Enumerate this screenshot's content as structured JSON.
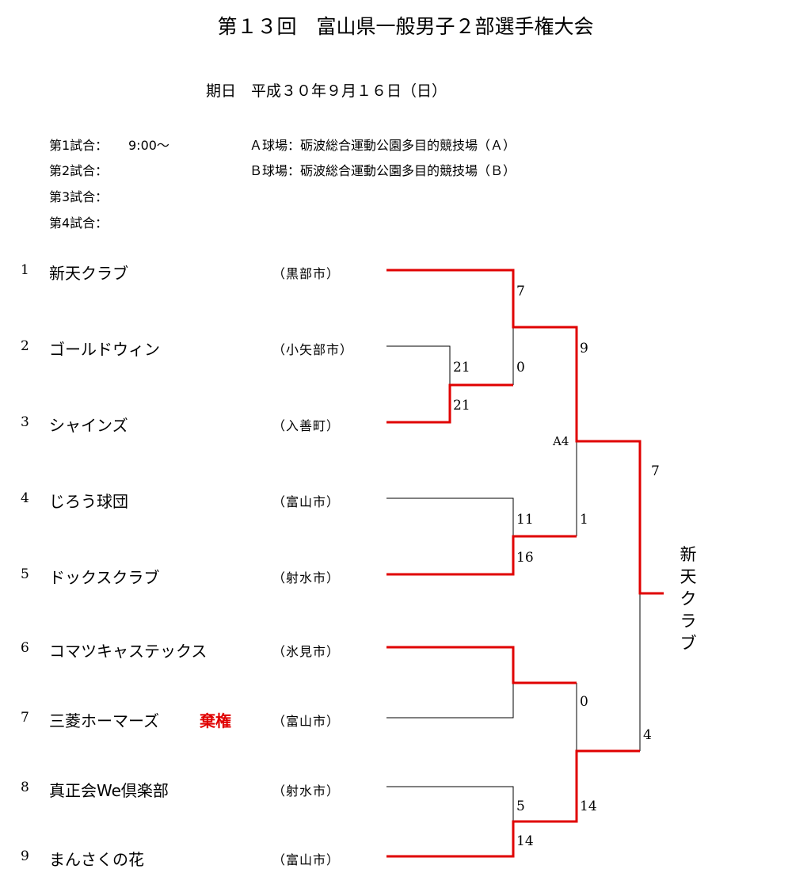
{
  "title": "第１３回　富山県一般男子２部選手権大会",
  "date_line": "期日　平成３０年９月１６日（日）",
  "schedule": [
    {
      "label": "第1試合：",
      "time": "9:00～"
    },
    {
      "label": "第2試合：",
      "time": ""
    },
    {
      "label": "第3試合：",
      "time": ""
    },
    {
      "label": "第4試合：",
      "time": ""
    }
  ],
  "venues": [
    "Ａ球場：砺波総合運動公園多目的競技場（Ａ）",
    "Ｂ球場：砺波総合運動公園多目的競技場（Ｂ）"
  ],
  "teams": [
    {
      "num": "1",
      "name": "新天クラブ",
      "city": "（黒部市）"
    },
    {
      "num": "2",
      "name": "ゴールドウィン",
      "city": "（小矢部市）"
    },
    {
      "num": "3",
      "name": "シャインズ",
      "city": "（入善町）"
    },
    {
      "num": "4",
      "name": "じろう球団",
      "city": "（富山市）"
    },
    {
      "num": "5",
      "name": "ドックスクラブ",
      "city": "（射水市）"
    },
    {
      "num": "6",
      "name": "コマツキャステックス",
      "city": "（氷見市）"
    },
    {
      "num": "7",
      "name": "三菱ホーマーズ",
      "city": "（富山市）"
    },
    {
      "num": "8",
      "name": "真正会We倶楽部",
      "city": "（射水市）"
    },
    {
      "num": "9",
      "name": "まんさくの花",
      "city": "（富山市）"
    }
  ],
  "forfeit_label": "棄権",
  "scores": {
    "m23_top": "21",
    "m23_bottom": "21",
    "m1_top": "7",
    "m1_bottom": "0",
    "m45_top": "11",
    "m45_bottom": "16",
    "semi1_top": "9",
    "semi1_bottom": "1",
    "m67_result": "0",
    "m89_top": "5",
    "m89_bottom": "14",
    "semi2_bottom": "14",
    "final_top": "7",
    "final_bottom": "4"
  },
  "court_label": "A4",
  "champion": "新天クラブ",
  "colors": {
    "winner_line": "#e00000",
    "loser_line": "#000000"
  }
}
